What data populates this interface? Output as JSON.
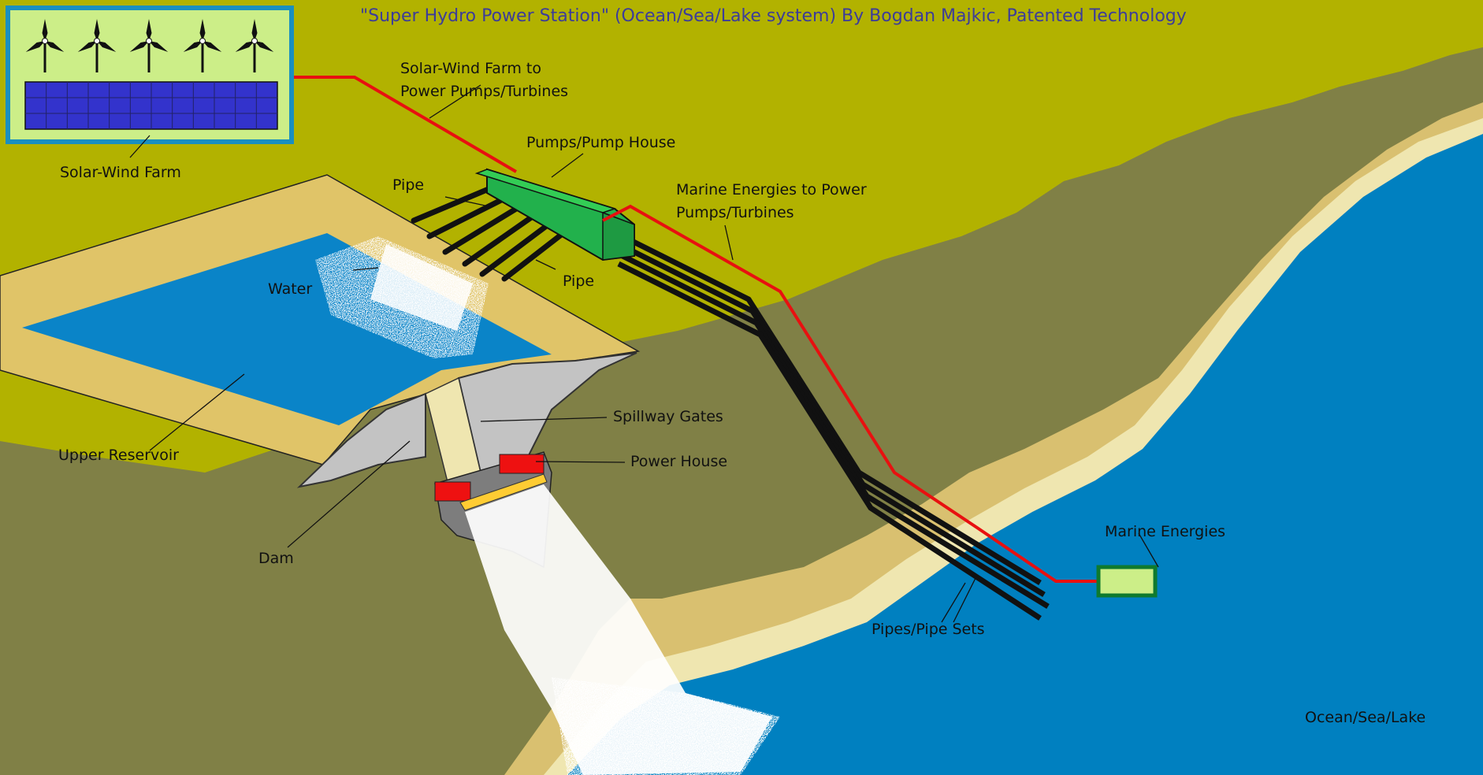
{
  "title": "\"Super Hydro Power Station\" (Ocean/Sea/Lake system) By Bogdan Majkic, Patented Technology",
  "labels": {
    "solar_wind_farm": "Solar-Wind Farm",
    "solar_wind_to_pumps_line1": "Solar-Wind Farm to",
    "solar_wind_to_pumps_line2": "Power Pumps/Turbines",
    "pump_house": "Pumps/Pump House",
    "pipe_upper": "Pipe",
    "pipe_lower": "Pipe",
    "marine_to_pumps_line1": "Marine Energies to Power",
    "marine_to_pumps_line2": "Pumps/Turbines",
    "water": "Water",
    "spillway_gates": "Spillway Gates",
    "power_house": "Power House",
    "upper_reservoir": "Upper Reservoir",
    "dam": "Dam",
    "marine_energies": "Marine Energies",
    "pipes_pipe_sets": "Pipes/Pipe Sets",
    "ocean": "Ocean/Sea/Lake"
  },
  "colors": {
    "land_high": "#b2b200",
    "land_low": "#808046",
    "ocean": "#0080c0",
    "sand": "#d9c070",
    "beach_light": "#efe6b0",
    "reservoir_rim": "#e0c468",
    "water": "#0a84c8",
    "pump_house": "#22b14c",
    "power_house_red": "#ee1111",
    "power_line": "#e81010",
    "pipe": "#111111",
    "dam": "#c3c3c3",
    "solar_panel": "#3333cc",
    "farm_frame": "#1a8fc0",
    "farm_fill": "#ccee88",
    "marine_box": "#ccee88",
    "title": "#3c3c9a"
  }
}
